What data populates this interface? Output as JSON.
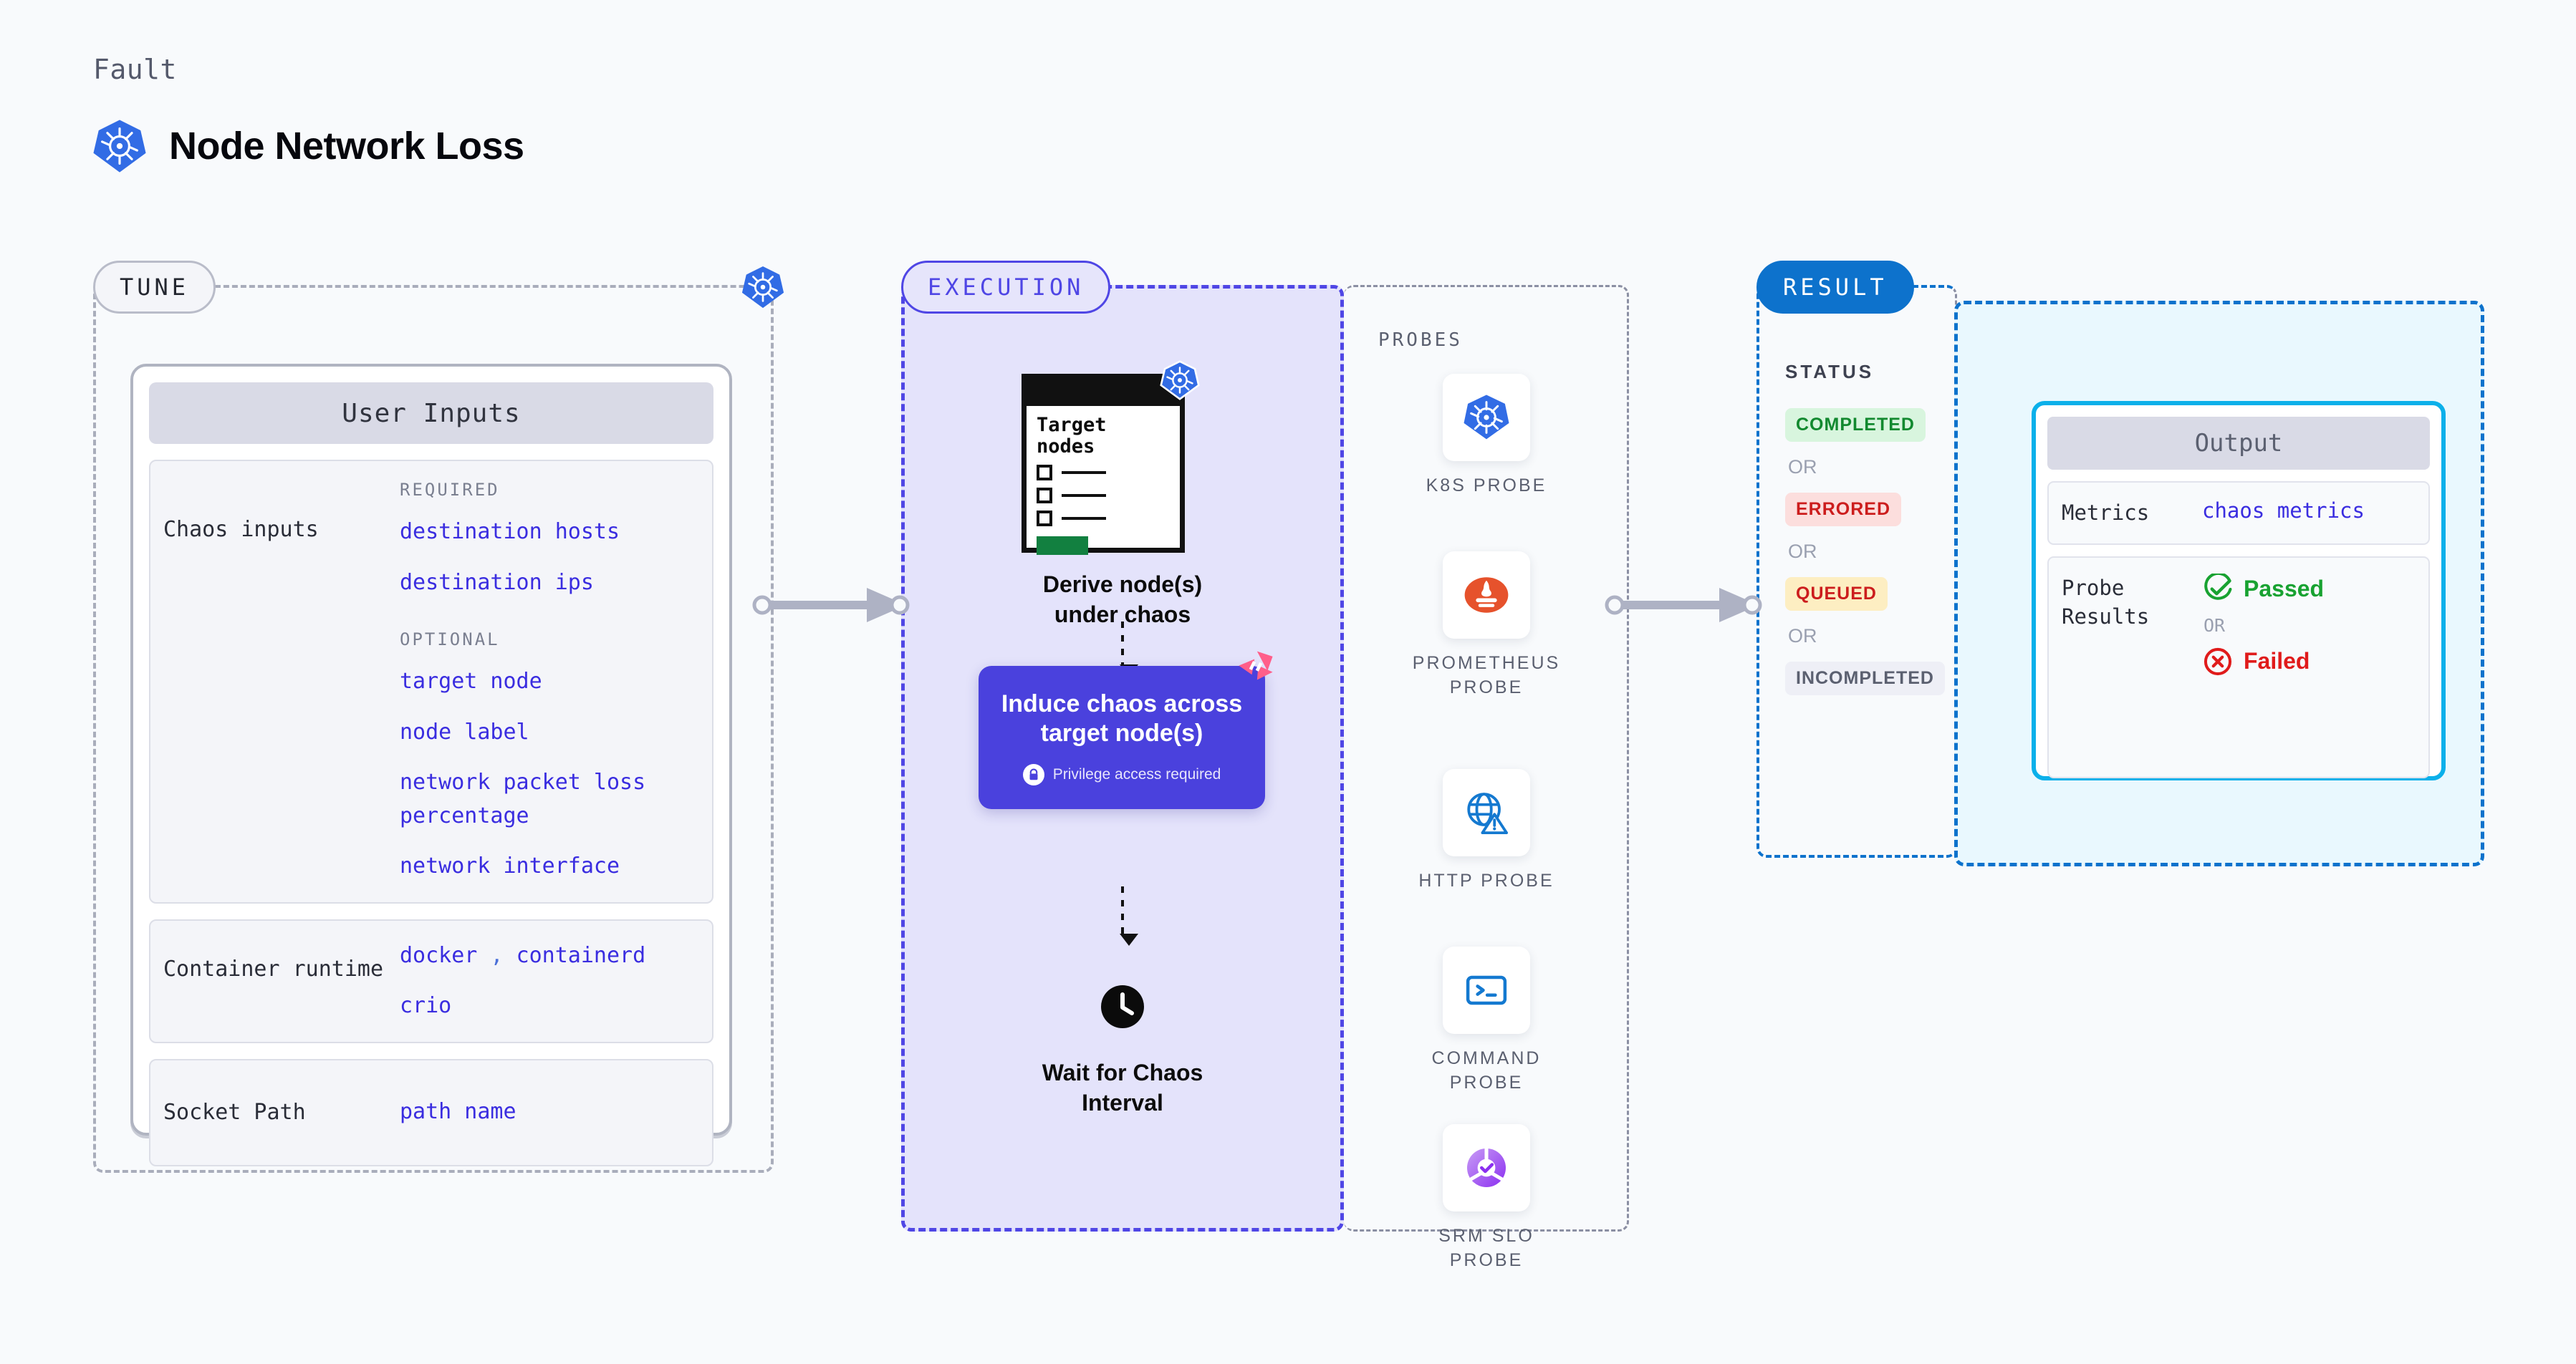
{
  "header": {
    "eyebrow": "Fault",
    "title": "Node Network Loss"
  },
  "stages": {
    "tune": "TUNE",
    "execution": "EXECUTION",
    "result": "RESULT"
  },
  "tune": {
    "card_header": "User Inputs",
    "sections": [
      {
        "label": "Chaos inputs",
        "groups": [
          {
            "tag": "REQUIRED",
            "values": [
              "destination hosts",
              "destination ips"
            ]
          },
          {
            "tag": "OPTIONAL",
            "values": [
              "target node",
              "node label",
              "network packet loss percentage",
              "network interface"
            ]
          }
        ]
      },
      {
        "label": "Container runtime",
        "values_line1": "docker",
        "separator": ",",
        "values_line2": "containerd",
        "values_line3": "crio"
      },
      {
        "label": "Socket Path",
        "value": "path name"
      }
    ]
  },
  "execution": {
    "node_card": {
      "title_line1": "Target",
      "title_line2": "nodes"
    },
    "step1_caption_line1": "Derive node(s)",
    "step1_caption_line2": "under chaos",
    "chaos_box": {
      "title_line1": "Induce chaos across",
      "title_line2": "target node(s)",
      "privilege_note": "Privilege access required"
    },
    "step3_caption_line1": "Wait for Chaos",
    "step3_caption_line2": "Interval"
  },
  "probes": {
    "title": "PROBES",
    "items": [
      {
        "icon": "kubernetes-icon",
        "label_line1": "K8S  PROBE",
        "label_line2": ""
      },
      {
        "icon": "prometheus-icon",
        "label_line1": "PROMETHEUS",
        "label_line2": "PROBE"
      },
      {
        "icon": "globe-warning-icon",
        "label_line1": "HTTP  PROBE",
        "label_line2": ""
      },
      {
        "icon": "terminal-icon",
        "label_line1": "COMMAND",
        "label_line2": "PROBE"
      },
      {
        "icon": "srm-slo-icon",
        "label_line1": "SRM  SLO",
        "label_line2": "PROBE"
      }
    ]
  },
  "result": {
    "status_title": "STATUS",
    "or": "OR",
    "statuses": [
      {
        "label": "COMPLETED",
        "style": "b-completed"
      },
      {
        "label": "ERRORED",
        "style": "b-errored"
      },
      {
        "label": "QUEUED",
        "style": "b-queued"
      },
      {
        "label": "INCOMPLETED",
        "style": "b-incompleted"
      }
    ]
  },
  "output": {
    "header": "Output",
    "metrics_key": "Metrics",
    "metrics_value": "chaos metrics",
    "probe_results_key_line1": "Probe",
    "probe_results_key_line2": "Results",
    "passed": "Passed",
    "failed": "Failed",
    "or": "OR"
  },
  "colors": {
    "background": "#f8fafc",
    "kubernetes_blue": "#326ce5",
    "accent_indigo": "#4a41dd",
    "result_blue": "#0d72cc",
    "output_cyan": "#0bb0ea",
    "value_violet": "#3a2de0",
    "prometheus_orange": "#e6522c",
    "harness_pink": "#ff5e8a",
    "pass_green": "#18a231",
    "fail_red": "#e01b1b"
  }
}
